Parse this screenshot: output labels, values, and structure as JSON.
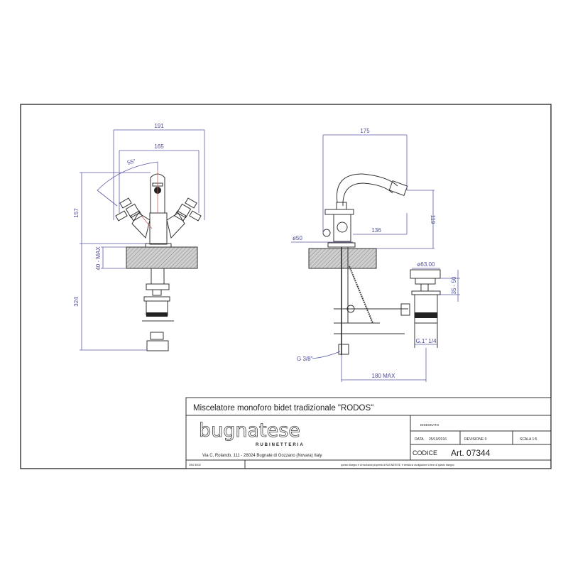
{
  "drawing": {
    "front_view": {
      "dims": {
        "width_total": "191",
        "width_handles": "165",
        "angle": "55°",
        "height": "157",
        "deck_thickness": "40 - MAX",
        "total_height": "324"
      }
    },
    "side_view": {
      "dims": {
        "depth": "175",
        "spout_height": "119",
        "spout_reach": "136",
        "base_diameter": "ø50",
        "waste_diameter": "ø63.00",
        "waste_range": "35 - 50",
        "waste_thread": "G.1\" 1/4",
        "waste_distance": "180 MAX",
        "inlet_thread": "G 3/8\""
      }
    }
  },
  "title_block": {
    "title": "Miscelatore monoforo bidet tradizionale \"RODOS\"",
    "logo": "bugnatese",
    "logo_sub": "RUBINETTERIA",
    "address": "Via C. Rolando, 111 - 28024 Bugnate di Gozzano (Novara) Italy",
    "designed_label": "DISEGNATO",
    "date_label": "DATA",
    "date": "25/10/2016",
    "revision": "REVISIONE 0",
    "scale": "SCALA 1:5",
    "code_label": "CODICE",
    "code": "Art. 07344",
    "footer_left": "UNI 3002",
    "footer_note": "questo disegno è di esclusiva proprietà di BUGNATESE, è vietata la divulgazione a terzi di questo disegno"
  }
}
